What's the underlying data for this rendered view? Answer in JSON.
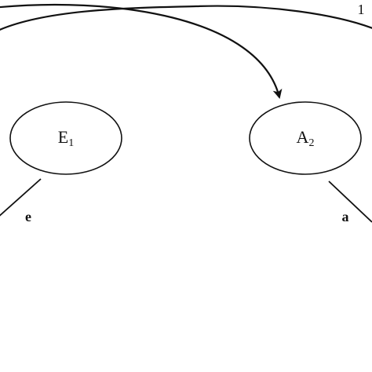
{
  "diagram": {
    "stroke_color": "#111111",
    "background_color": "#ffffff",
    "nodes": [
      {
        "id": "E1",
        "main": "E",
        "sub": "1"
      },
      {
        "id": "A2",
        "main": "A",
        "sub": "2"
      }
    ],
    "path_labels": {
      "e": "e",
      "a": "a"
    },
    "corner_label": "1",
    "edges": [
      {
        "from": "off-left",
        "to": "A2",
        "arrow": true
      },
      {
        "from": "off-left",
        "to": "off-right",
        "arrow": false
      },
      {
        "from": "E1",
        "to": "off-left",
        "label": "e"
      },
      {
        "from": "A2",
        "to": "off-right",
        "label": "a"
      }
    ]
  }
}
